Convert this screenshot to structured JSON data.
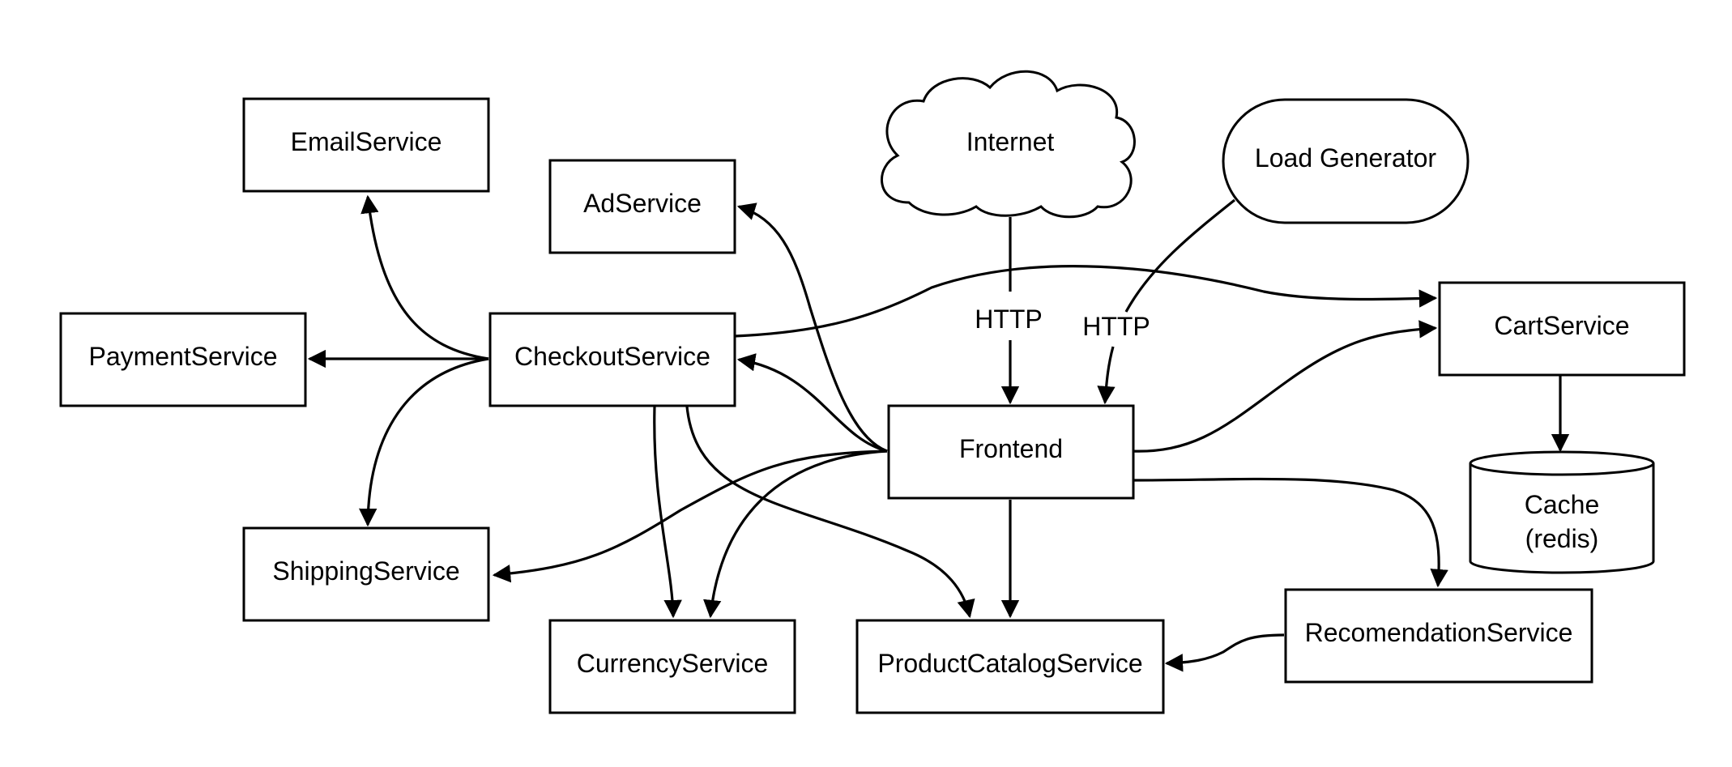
{
  "diagram": {
    "nodes": {
      "email": "EmailService",
      "ad": "AdService",
      "internet": "Internet",
      "loadgen": "Load Generator",
      "payment": "PaymentService",
      "checkout": "CheckoutService",
      "cart": "CartService",
      "frontend": "Frontend",
      "cache_line1": "Cache",
      "cache_line2": "(redis)",
      "shipping": "ShippingService",
      "currency": "CurrencyService",
      "productcatalog": "ProductCatalogService",
      "recommendation": "RecomendationService"
    },
    "edge_labels": {
      "internet_http": "HTTP",
      "loadgen_http": "HTTP"
    },
    "colors": {
      "stroke": "#000000",
      "background": "#ffffff"
    }
  }
}
